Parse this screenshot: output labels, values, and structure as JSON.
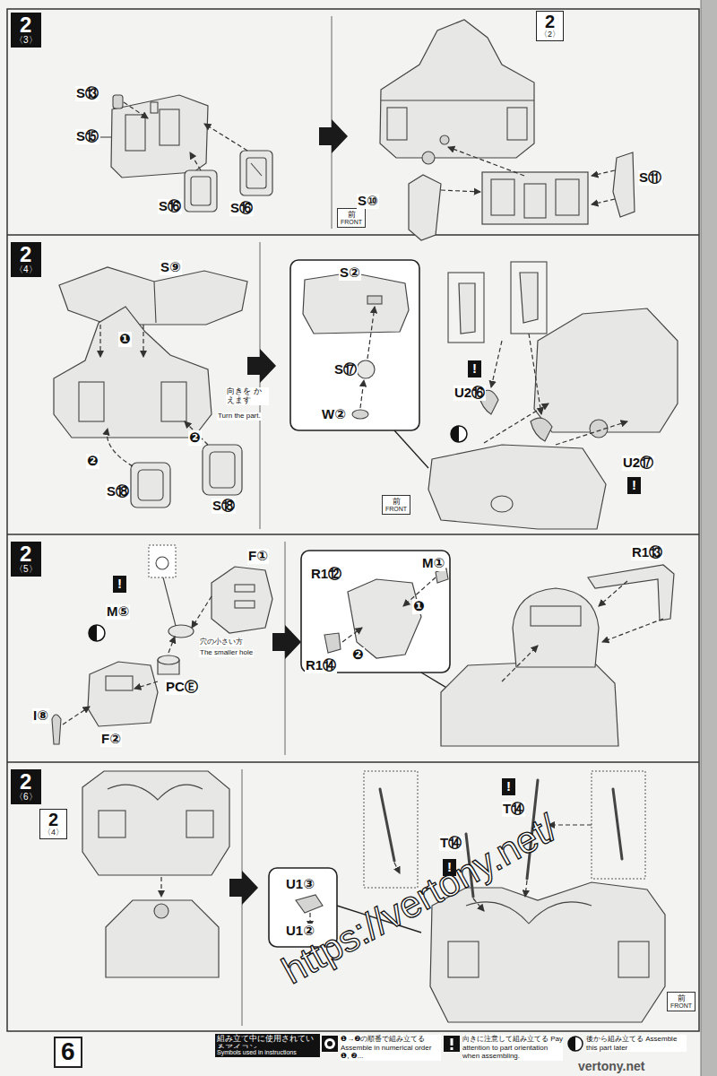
{
  "diagram": {
    "nodes": [
      {
        "text": [
          "2",
          "〈3〉"
        ]
      },
      {
        "text": [
          "2",
          "〈2〉"
        ]
      },
      {
        "text": [
          "前",
          "FRONT"
        ]
      },
      {
        "text": [
          "2",
          "〈4〉"
        ]
      },
      {
        "text": [
          "前",
          "FRONT"
        ]
      },
      {
        "text": [
          "2",
          "〈5〉"
        ]
      },
      {
        "text": [
          "2",
          "〈6〉"
        ]
      },
      {
        "text": [
          "2",
          "〈4〉"
        ]
      },
      {
        "text": [
          "前",
          "FRONT"
        ]
      }
    ],
    "labels": [
      "S⑬",
      "S⑮",
      "S⑯",
      "S⑯",
      "S⑩",
      "S⑪",
      "S⑨",
      "❶",
      "❷",
      "❷",
      "S⑱",
      "S⑱",
      "向きを かえます",
      "Turn the part.",
      "S②",
      "S⑰",
      "W②",
      "!",
      "U2⑯",
      "U2⑰",
      "!",
      "F①",
      "!",
      "M⑤",
      "穴の小さい方",
      "The smaller hole",
      "PCⒺ",
      "I⑧",
      "F②",
      "M①",
      "R1⑫",
      "❶",
      "R1⑭",
      "❷",
      "R1⑬",
      "!",
      "T⑭",
      "T⑭",
      "!",
      "U1③",
      "U1②",
      "6",
      "組み立て中に使用されているアイコン",
      "Symbols used in instructions",
      "https://vertony.net/",
      "vertony.net"
    ],
    "legend": [
      {
        "text": "❶→❷の順番で組み立てる Assemble in numerical order ❶, ❷..."
      },
      {
        "text": "向きに注意して組み立てる Pay attention to part orientation when assembling."
      },
      {
        "text": "後から組み立てる Assemble this part later"
      }
    ]
  }
}
